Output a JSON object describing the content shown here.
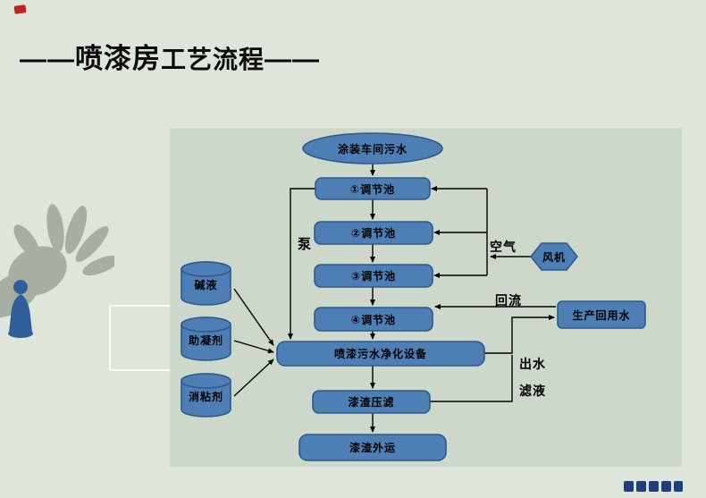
{
  "slide": {
    "title": {
      "dash_left": "——",
      "emphasis": "喷漆房",
      "rest": "工艺流程",
      "dash_right": "——"
    }
  },
  "colors": {
    "page_bg": "#dee6db",
    "panel_bg": "#cdd7ca",
    "shape_fill": "#4d7fb4",
    "shape_border": "#2d5a8e",
    "arrow": "#000000",
    "red_mark": "#c4241d",
    "hand_gray": "#a7afa2",
    "figure_blue": "#2e5f98"
  },
  "diagram": {
    "nodes": {
      "source": "涂装车间污水",
      "tank1": "①调节池",
      "tank2": "②调节池",
      "tank3": "③调节池",
      "tank4": "④调节池",
      "purifier": "喷漆污水净化设备",
      "press": "漆渣压滤",
      "haul": "漆渣外运",
      "reuse": "生产回用水",
      "fan": "风机",
      "alkali": "碱液",
      "coagulant": "助凝剂",
      "detackifier": "消粘剂"
    },
    "edge_labels": {
      "pump": "泵",
      "air": "空气",
      "reflux": "回流",
      "outlet": "出水",
      "filtrate": "滤液"
    }
  }
}
